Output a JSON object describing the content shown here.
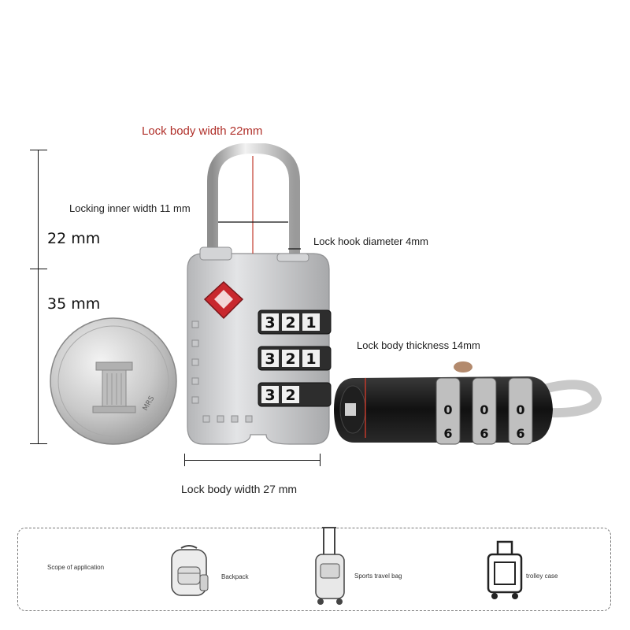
{
  "dimensions": {
    "body_width_top": "Lock body width 22mm",
    "inner_width": "Locking inner width 11 mm",
    "hook_diameter": "Lock hook diameter 4mm",
    "height_upper": "22 mm",
    "height_lower": "35 mm",
    "body_thickness": "Lock body thickness 14mm",
    "body_width_bottom": "Lock body width 27 mm"
  },
  "coin": {
    "text": "MRS"
  },
  "dials": {
    "front_rows": [
      [
        "3",
        "2",
        "1"
      ],
      [
        "3",
        "2",
        "1"
      ],
      [
        "3",
        "2"
      ]
    ],
    "side_digits": [
      "0",
      "0",
      "0",
      "6",
      "6",
      "6"
    ]
  },
  "scope": {
    "title": "Scope of application",
    "items": [
      {
        "label": "Backpack",
        "icon": "backpack-icon"
      },
      {
        "label": "Sports travel bag",
        "icon": "travel-bag-icon"
      },
      {
        "label": "trolley case",
        "icon": "trolley-case-icon"
      }
    ]
  },
  "colors": {
    "accent_red": "#b0302a",
    "lock_silver": "#c9cacc",
    "logo_red": "#c8282e"
  }
}
